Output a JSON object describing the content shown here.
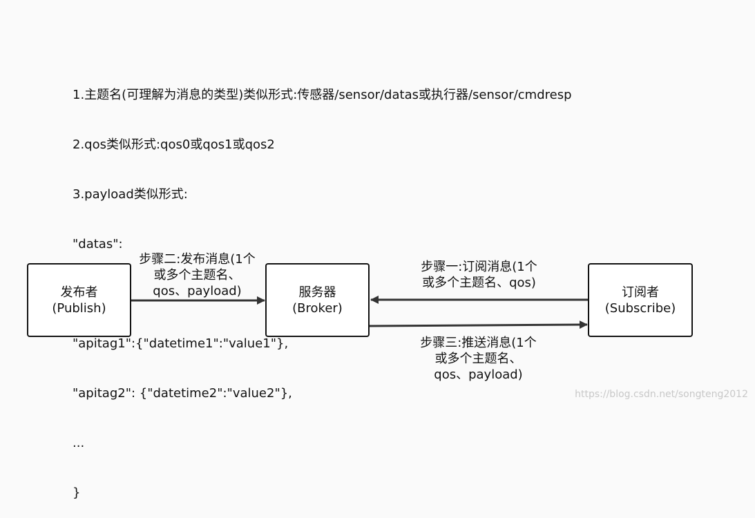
{
  "notes": [
    "1.主题名(可理解为消息的类型)类似形式:传感器/sensor/datas或执行器/sensor/cmdresp",
    "2.qos类似形式:qos0或qos1或qos2",
    "3.payload类似形式:",
    "\"datas\":",
    "{",
    "\"apitag1\":{\"datetime1\":\"value1\"},",
    "\"apitag2\": {\"datetime2\":\"value2\"},",
    "...",
    "}"
  ],
  "nodes": {
    "publisher": {
      "line1": "发布者",
      "line2": "(Publish)"
    },
    "broker": {
      "line1": "服务器",
      "line2": "(Broker)"
    },
    "subscriber": {
      "line1": "订阅者",
      "line2": "(Subscribe)"
    }
  },
  "edges": {
    "step2": [
      "步骤二:发布消息(1个",
      "或多个主题名、",
      "qos、payload)"
    ],
    "step1": [
      "步骤一:订阅消息(1个",
      "或多个主题名、qos)"
    ],
    "step3": [
      "步骤三:推送消息(1个",
      "或多个主题名、",
      "qos、payload)"
    ]
  },
  "watermark": "https://blog.csdn.net/songteng2012",
  "colors": {
    "line": "#333333",
    "box_border": "#111111",
    "background": "#fafafa"
  }
}
